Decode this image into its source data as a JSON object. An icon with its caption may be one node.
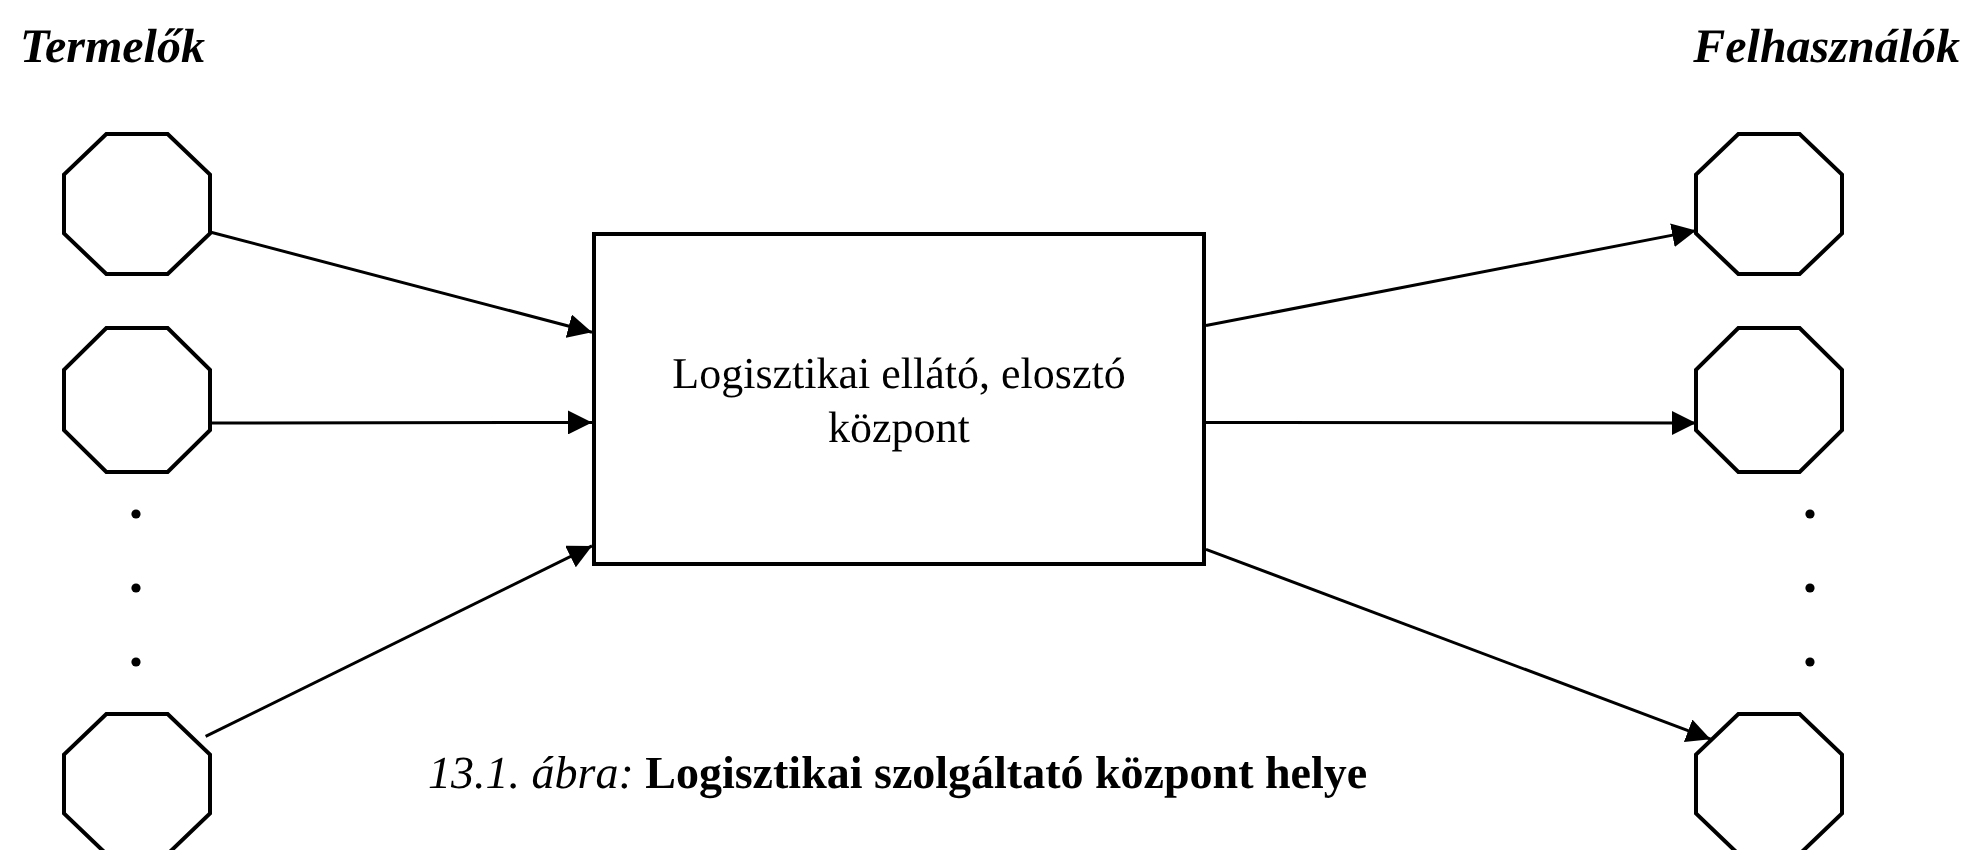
{
  "diagram": {
    "caption": "*13.1. ábra:* **Logisztikai szolgáltató központ helye**",
    "nodes": [
      {
        "text": [],
        "shape": "octagon"
      },
      {
        "text": [],
        "shape": "octagon"
      },
      {
        "text": [],
        "shape": "octagon"
      },
      {
        "text": [
          "Logisztikai ellátó, elosztó központ"
        ]
      },
      {
        "text": [],
        "shape": "octagon"
      },
      {
        "text": [],
        "shape": "octagon"
      },
      {
        "text": [],
        "shape": "octagon"
      }
    ],
    "edges": [
      {
        "from": 0,
        "to": 3,
        "arrow": "to"
      },
      {
        "from": 1,
        "to": 3,
        "arrow": "to"
      },
      {
        "from": 2,
        "to": 3,
        "arrow": "to"
      },
      {
        "from": 3,
        "to": 4,
        "arrow": "to"
      },
      {
        "from": 3,
        "to": 5,
        "arrow": "to"
      },
      {
        "from": 3,
        "to": 6,
        "arrow": "to"
      }
    ],
    "labels": [
      "Termelők",
      "Felhasználók"
    ]
  }
}
